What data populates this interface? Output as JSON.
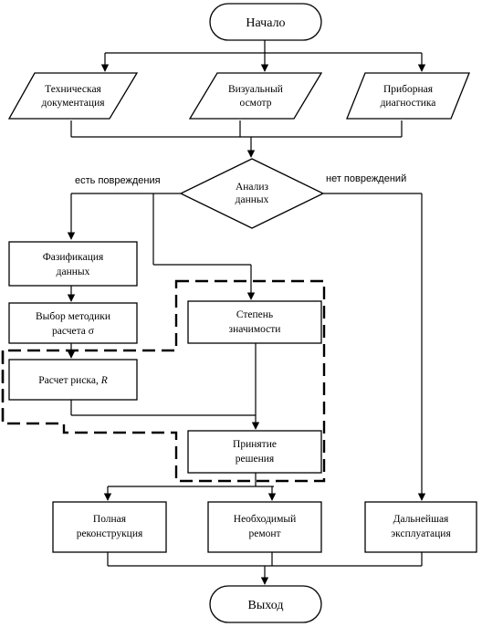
{
  "flowchart": {
    "start": "Начало",
    "end": "Выход",
    "inputs": [
      {
        "line1": "Техническая",
        "line2": "документация"
      },
      {
        "line1": "Визуальный",
        "line2": "осмотр"
      },
      {
        "line1": "Приборная",
        "line2": "диагностика"
      }
    ],
    "decision": {
      "line1": "Анализ",
      "line2": "данных"
    },
    "branch_left": "есть повреждения",
    "branch_right": "нет повреждений",
    "fuzzification": {
      "line1": "Фазификация",
      "line2": "данных"
    },
    "method": {
      "line1": "Выбор методики",
      "line2": "расчета σ"
    },
    "risk": {
      "text": "Расчет риска, ",
      "symbol": "R"
    },
    "significance": {
      "line1": "Степень",
      "line2": "значимости"
    },
    "decision_making": {
      "line1": "Принятие",
      "line2": "решения"
    },
    "outcomes": [
      {
        "line1": "Полная",
        "line2": "реконструкция"
      },
      {
        "line1": "Необходимый",
        "line2": "ремонт"
      },
      {
        "line1": "Дальнейшая",
        "line2": "эксплуатация"
      }
    ]
  }
}
